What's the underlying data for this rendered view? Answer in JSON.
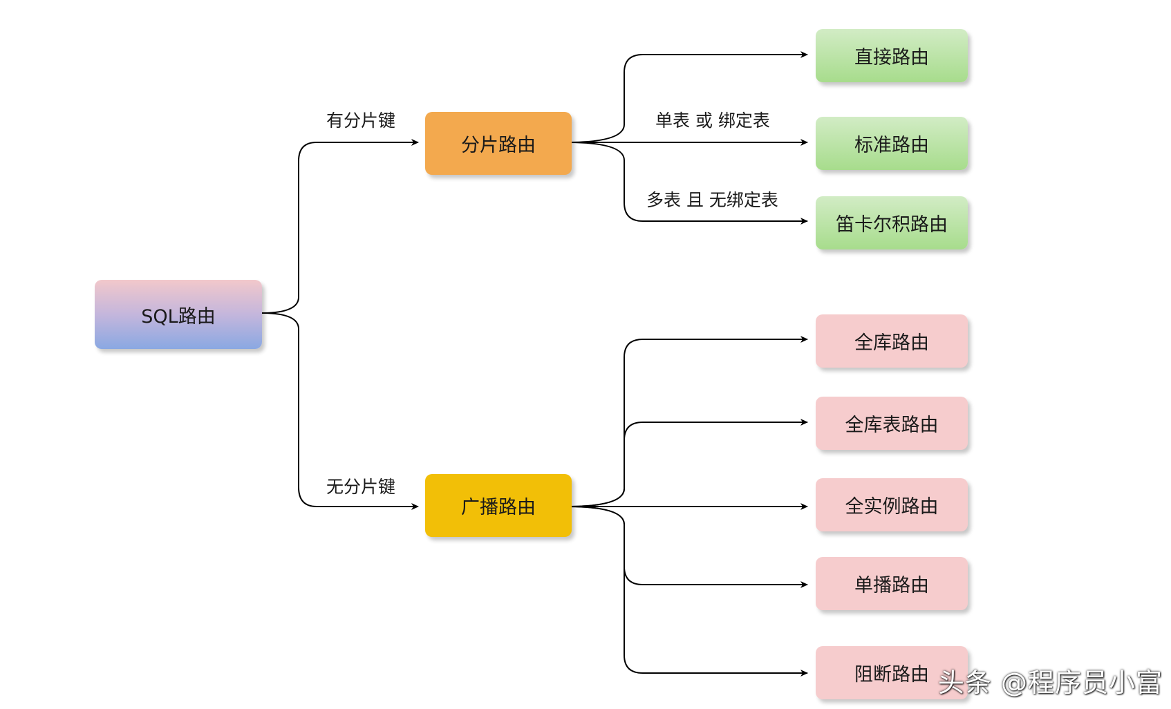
{
  "root": {
    "label": "SQL路由"
  },
  "branches": {
    "shard": {
      "label": "分片路由",
      "edge_label": "有分片键"
    },
    "broadcast": {
      "label": "广播路由",
      "edge_label": "无分片键"
    }
  },
  "shard_children": [
    {
      "label": "直接路由",
      "edge_label": ""
    },
    {
      "label": "标准路由",
      "edge_label": "单表 或 绑定表"
    },
    {
      "label": "笛卡尔积路由",
      "edge_label": "多表 且 无绑定表"
    }
  ],
  "broadcast_children": [
    {
      "label": "全库路由"
    },
    {
      "label": "全库表路由"
    },
    {
      "label": "全实例路由"
    },
    {
      "label": "单播路由"
    },
    {
      "label": "阻断路由"
    }
  ],
  "watermark": "头条 @程序员小富",
  "colors": {
    "root_top": "#f2c8cb",
    "root_bottom": "#8aa8e2",
    "shard": "#f3a94e",
    "broadcast": "#f2bf07",
    "green_top": "#d2ecc5",
    "green_bottom": "#a7dc8c",
    "pink": "#f6cccd",
    "edge": "#000000"
  }
}
